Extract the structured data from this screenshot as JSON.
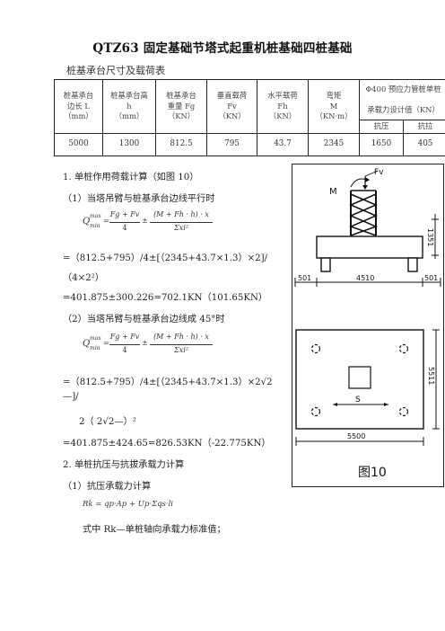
{
  "title": "QTZ63 固定基础节塔式起重机桩基础四桩基础",
  "subtitle": "桩基承台尺寸及载荷表",
  "table": {
    "headers": [
      [
        "桩基承台",
        "边长 L",
        "（mm）"
      ],
      [
        "桩基承台高",
        "h",
        "（mm）"
      ],
      [
        "桩基承台",
        "重量 Fg",
        "（KN）"
      ],
      [
        "垂直载荷",
        "Fv",
        "（KN）"
      ],
      [
        "水平载荷",
        "Fh",
        "（KN）"
      ],
      [
        "弯矩",
        "M",
        "（KN·m）"
      ]
    ],
    "pile_header": [
      "Φ400 预应力管桩单桩",
      "承载力设计值（KN）"
    ],
    "pile_sub": [
      "抗压",
      "抗拉"
    ],
    "values": [
      "5000",
      "1300",
      "812.5",
      "795",
      "43.7",
      "2345"
    ],
    "pile_values": [
      "1650",
      "405"
    ]
  },
  "body": {
    "s1_heading": "1.      单桩作用荷载计算（如图 10）",
    "s1_case1": "（1）当塔吊臂与桩基承台边线平行时",
    "f1_calc": "=（812.5+795）/4±[（2345+43.7×1.3）×2]/",
    "f1_calc_b": "（4×2²）",
    "f1_result": "=401.875±300.226=702.1KN（101.65KN）",
    "s1_case2": "（2）当塔吊臂与桩基承台边线成 45°时",
    "f2_calc": "=（812.5+795）/4±[（2345+43.7×1.3）×2√2",
    "f2_calc_b": "—]/",
    "f2_calc_c": "2（ 2√2—）²",
    "f2_result": "=401.875±424.65=826.53KN（-22.775KN）",
    "s2_heading": "2.      单桩抗压与抗拔承载力计算",
    "s2_case1": "（1）抗压承载力计算",
    "f3": "Rk = qp·Ap + Up·Σqs·li",
    "where_text": "式中   Rk—单桩轴向承载力标准值；"
  },
  "formula": {
    "lhs": "Q",
    "sup": "max",
    "sub": "min",
    "num1": "Fg + Fv",
    "den1": "4",
    "pm": "±",
    "num2": "(M + Fh · h) · x",
    "den2": "Σxi²"
  },
  "figure": {
    "label_fv": "Fv",
    "label_m": "M",
    "dim_h": "1351",
    "dim_501a": "501",
    "dim_4510": "4510",
    "dim_501b": "501",
    "dim_5511": "5511",
    "dim_5500": "5500",
    "label_s": "S",
    "caption": "图10"
  }
}
